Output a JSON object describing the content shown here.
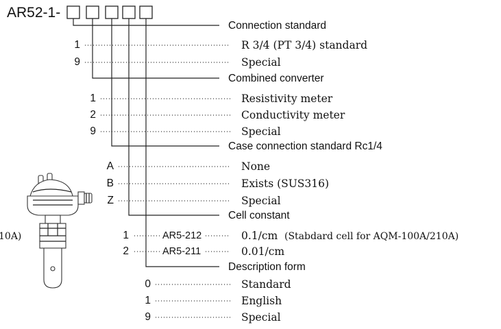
{
  "model_prefix": "AR52-1-",
  "left_label_fragment": "10A)",
  "groups": {
    "connection_standard": {
      "title": "Connection standard",
      "options": [
        {
          "code": "1",
          "text": "R 3/4 (PT 3/4)  standard"
        },
        {
          "code": "9",
          "text": "Special"
        }
      ]
    },
    "combined_converter": {
      "title": "Combined converter",
      "options": [
        {
          "code": "1",
          "text": "Resistivity meter"
        },
        {
          "code": "2",
          "text": "Conductivity meter"
        },
        {
          "code": "9",
          "text": "Special"
        }
      ]
    },
    "case_connection": {
      "title": "Case connection standard Rc1/4",
      "options": [
        {
          "code": "A",
          "text": "None"
        },
        {
          "code": "B",
          "text": "Exists (SUS316)"
        },
        {
          "code": "Z",
          "text": "Special"
        }
      ]
    },
    "cell_constant": {
      "title": "Cell constant",
      "options": [
        {
          "code": "1",
          "part": "AR5-212",
          "text": "0.1/cm",
          "note": "(Stabdard cell for AQM-100A/210A)"
        },
        {
          "code": "2",
          "part": "AR5-211",
          "text": "0.01/cm"
        }
      ]
    },
    "description_form": {
      "title": "Description form",
      "options": [
        {
          "code": "0",
          "text": "Standard"
        },
        {
          "code": "1",
          "text": "English"
        },
        {
          "code": "9",
          "text": "Special"
        }
      ]
    }
  }
}
